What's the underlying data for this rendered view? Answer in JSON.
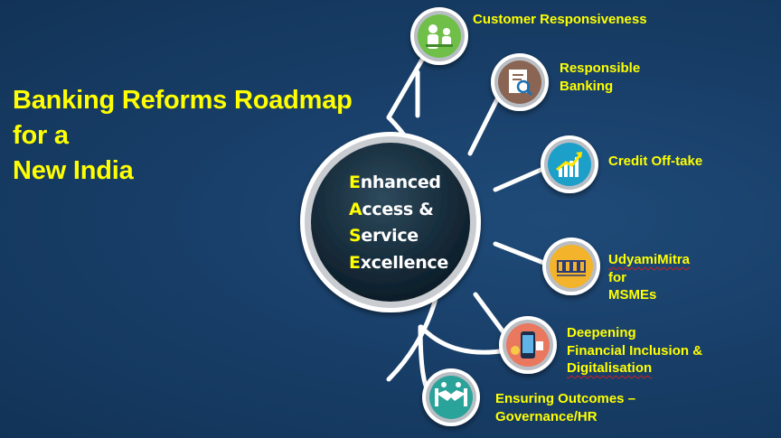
{
  "title": {
    "lines": [
      "Banking Reforms Roadmap",
      "for a",
      "New India"
    ]
  },
  "hub": {
    "lines": [
      {
        "initial": "E",
        "rest": "nhanced"
      },
      {
        "initial": "A",
        "rest": "ccess &"
      },
      {
        "initial": "S",
        "rest": "ervice"
      },
      {
        "initial": "E",
        "rest": "xcellence"
      }
    ]
  },
  "pillars": [
    {
      "lines": [
        "Customer Responsiveness"
      ],
      "icon": "customer-service-icon",
      "color": "#6fbf4a"
    },
    {
      "lines": [
        "Responsible",
        "Banking"
      ],
      "icon": "document-magnifier-icon",
      "color": "#8a6552"
    },
    {
      "lines": [
        "Credit Off-take"
      ],
      "icon": "growth-chart-icon",
      "color": "#1f9fc9"
    },
    {
      "lines": [
        "UdyamiMitra for",
        "MSMEs"
      ],
      "icon": "msme-logo-icon",
      "color": "#f3b32c"
    },
    {
      "lines": [
        "Deepening",
        "Financial Inclusion &",
        "Digitalisation"
      ],
      "icon": "mobile-banking-icon",
      "color": "#e9785f"
    },
    {
      "lines": [
        "Ensuring Outcomes –",
        "Governance/HR"
      ],
      "icon": "handshake-icon",
      "color": "#2aa39a"
    }
  ],
  "colors": {
    "background": "#173d66",
    "title": "#ffff00",
    "hub_fill": "#0f2432",
    "hub_ring": "#ffffff",
    "connector": "#ffffff"
  }
}
